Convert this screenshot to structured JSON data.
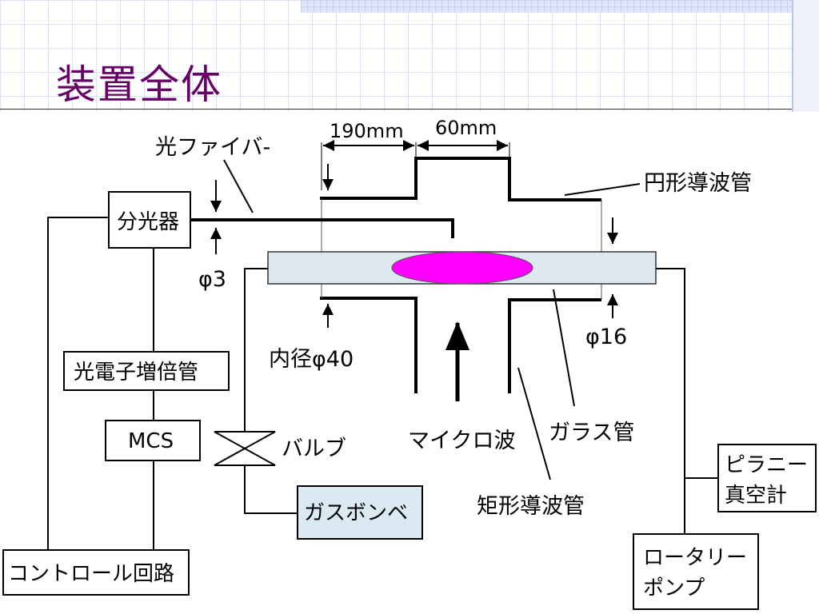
{
  "slide": {
    "title": "装置全体"
  },
  "labels": {
    "fiber": "光ファイバ-",
    "dim_190": "190mm",
    "dim_60": "60mm",
    "circ_waveguide": "円形導波管",
    "spectrometer": "分光器",
    "phi3": "φ3",
    "inner_diam": "内径φ40",
    "phi16": "φ16",
    "pmt": "光電子増倍管",
    "mcs": "MCS",
    "valve": "バルブ",
    "microwave": "マイクロ波",
    "glass_tube": "ガラス管",
    "gas_cylinder": "ガスボンベ",
    "rect_waveguide": "矩形導波管",
    "pirani_1": "ピラニー",
    "pirani_2": "真空計",
    "control": "コントロール回路",
    "pump_1": "ロータリー",
    "pump_2": "ポンプ"
  },
  "colors": {
    "title": "#660066",
    "plasma": "#ff00ff",
    "glass": "#dde9ef",
    "gas_box": "#dbe9f3"
  }
}
